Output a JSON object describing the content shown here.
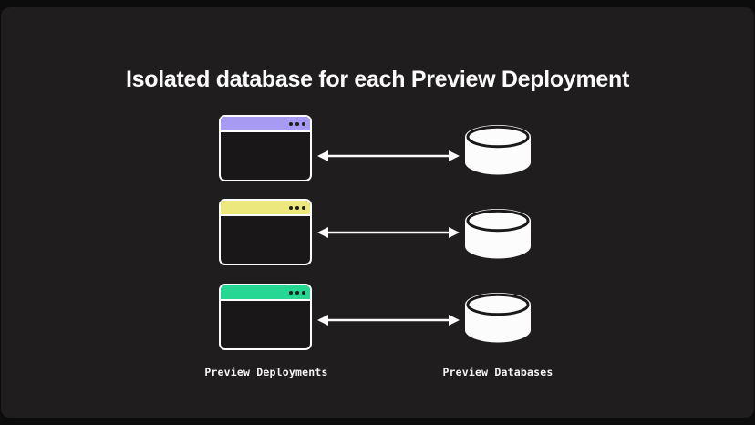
{
  "title": "Isolated database for each Preview Deployment",
  "colors": {
    "outer_background": "#0c0c0c",
    "slide_background": "#1f1d1d",
    "window_body": "#191717",
    "foreground": "#fcfcfc",
    "accent_purple": "#a79af2",
    "accent_yellow": "#ece87d",
    "accent_green": "#25d793"
  },
  "rows": [
    {
      "id": "row-1",
      "accent": "#a79af2",
      "accent_name": "purple"
    },
    {
      "id": "row-2",
      "accent": "#ece87d",
      "accent_name": "yellow"
    },
    {
      "id": "row-3",
      "accent": "#25d793",
      "accent_name": "green"
    }
  ],
  "labels": {
    "left": "Preview Deployments",
    "right": "Preview Databases"
  },
  "icons": {
    "window_dots": "window-menu-dots",
    "database": "database-cylinder",
    "arrow": "bidirectional-arrow"
  }
}
